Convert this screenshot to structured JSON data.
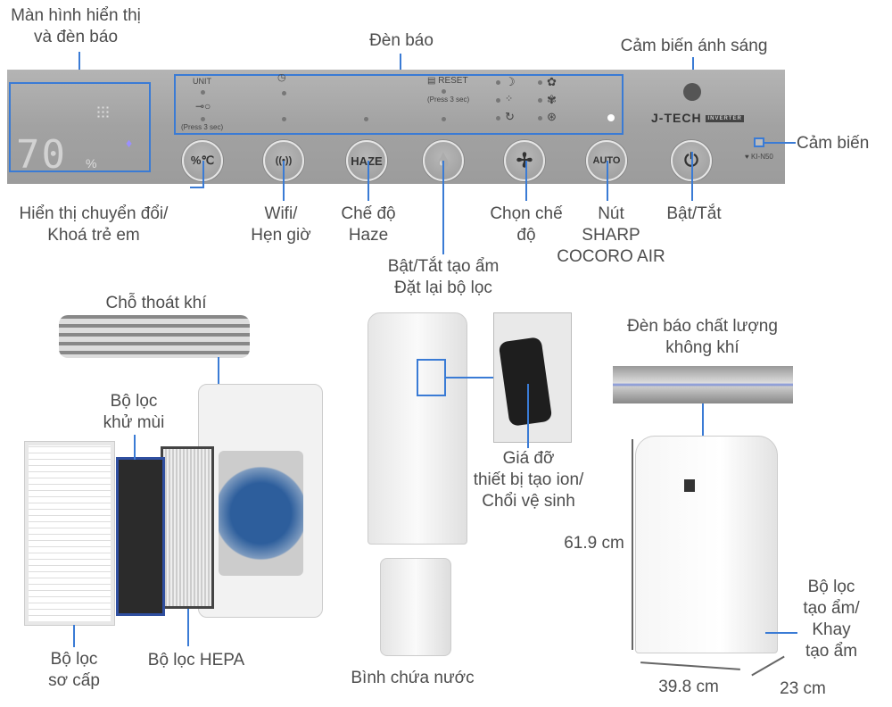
{
  "panel": {
    "display_value": "70",
    "display_unit": "%",
    "unit_label": "UNIT",
    "press3_left": "(Press 3 sec)",
    "reset_label": "RESET",
    "press3_right": "(Press 3 sec)",
    "brand": "J-TECH",
    "brand_badge": "INVERTER",
    "model": "KI-N50",
    "buttons": {
      "unit": "%℃",
      "wifi": "((•))",
      "haze": "HAZE",
      "humidify": "💧",
      "mode": "✢",
      "auto": "AUTO",
      "power": "⏻"
    }
  },
  "labels": {
    "display": [
      "Màn hình hiển thị",
      "và đèn báo"
    ],
    "indicators": "Đèn báo",
    "light_sensor": "Cảm biến ánh sáng",
    "sensor": "Cảm biến",
    "unit_lock": [
      "Hiển thị chuyển đổi/",
      "Khoá trẻ em"
    ],
    "wifi_timer": [
      "Wifi/",
      "Hẹn giờ"
    ],
    "haze": [
      "Chế độ",
      "Haze"
    ],
    "humidify_reset": [
      "Bật/Tắt tạo ẩm",
      "Đặt lại bộ lọc"
    ],
    "mode": [
      "Chọn chế",
      "độ"
    ],
    "cocoro": [
      "Nút",
      "SHARP",
      "COCORO AIR"
    ],
    "power": "Bật/Tắt",
    "air_outlet": "Chỗ thoát khí",
    "deodorizing_filter": [
      "Bộ lọc",
      "khử mùi"
    ],
    "pre_filter": [
      "Bộ lọc",
      "sơ cấp"
    ],
    "hepa_filter": "Bộ lọc HEPA",
    "water_tank": "Bình chứa nước",
    "ion_holder": [
      "Giá đỡ",
      "thiết bị tạo ion/",
      "Chổi vệ sinh"
    ],
    "air_quality_light": [
      "Đèn báo chất lượng",
      "không khí"
    ],
    "humidifying_filter": [
      "Bộ lọc",
      "tạo ẩm/",
      "Khay",
      "tạo ẩm"
    ],
    "height": "61.9 cm",
    "width": "39.8 cm",
    "depth": "23 cm"
  },
  "colors": {
    "accent": "#3a7bd5",
    "panel": "#a8a8a8"
  }
}
